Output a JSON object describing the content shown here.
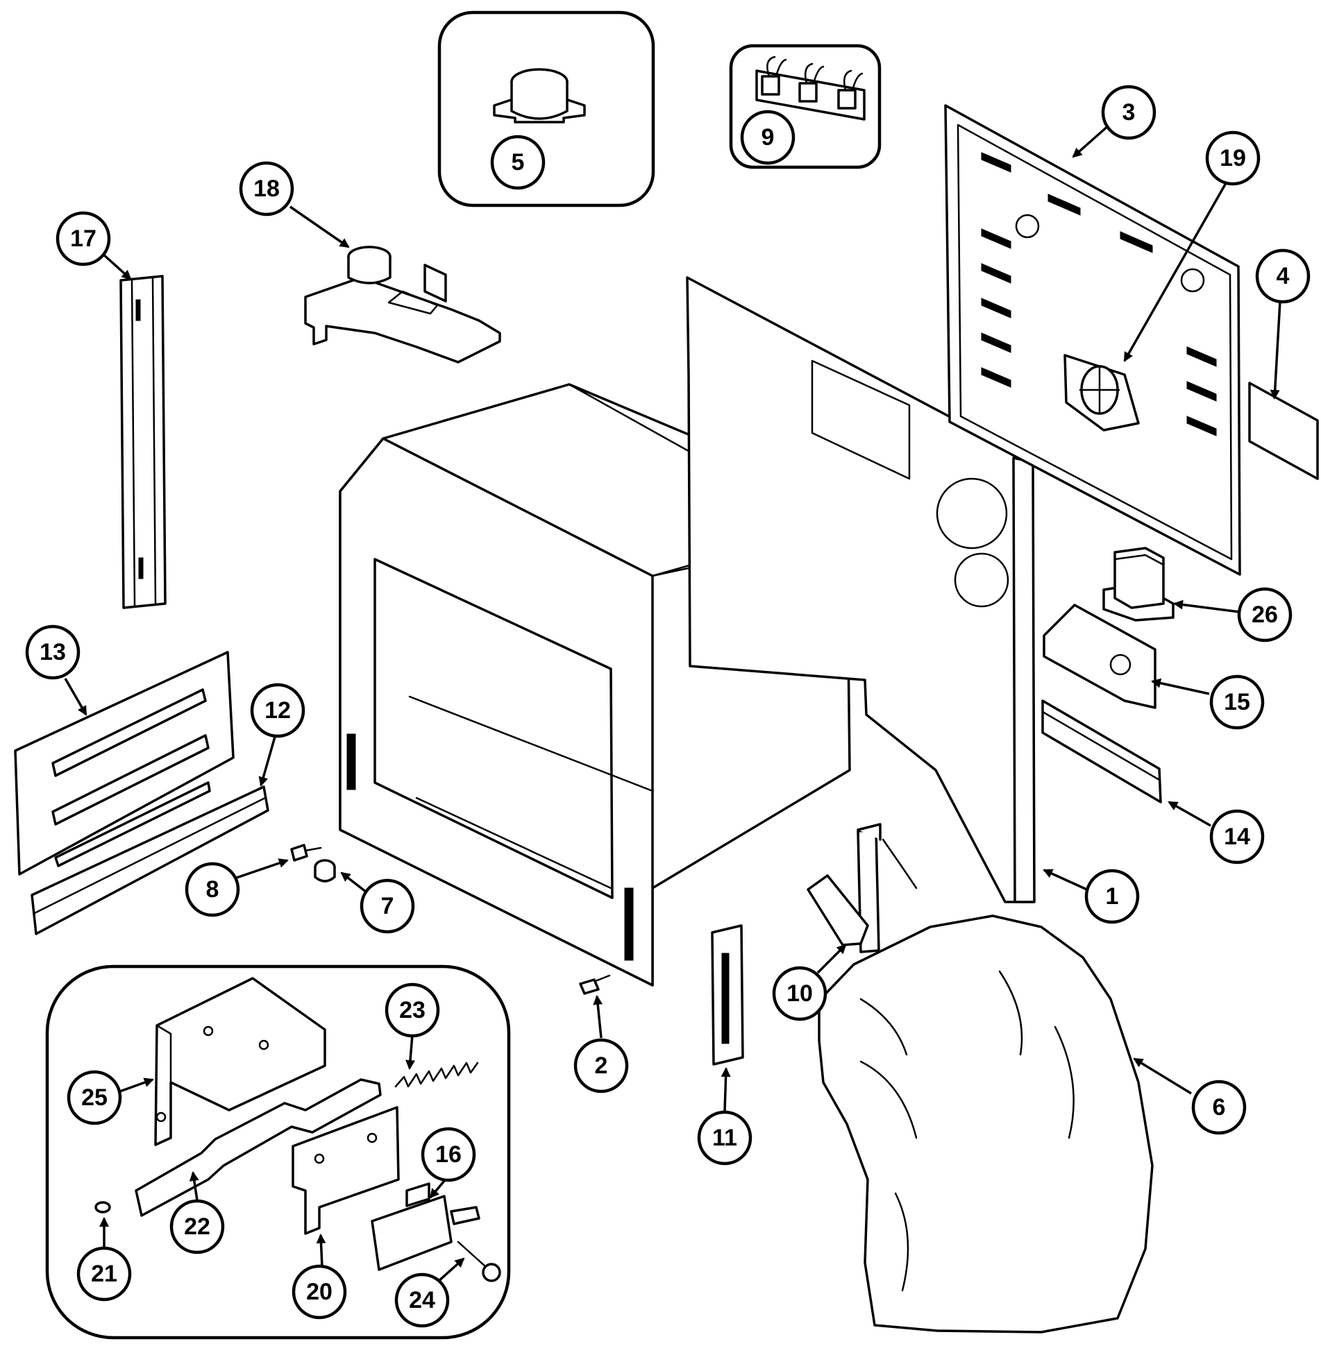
{
  "callouts": [
    {
      "label": "1"
    },
    {
      "label": "2"
    },
    {
      "label": "3"
    },
    {
      "label": "4"
    },
    {
      "label": "5"
    },
    {
      "label": "6"
    },
    {
      "label": "7"
    },
    {
      "label": "8"
    },
    {
      "label": "9"
    },
    {
      "label": "10"
    },
    {
      "label": "11"
    },
    {
      "label": "12"
    },
    {
      "label": "13"
    },
    {
      "label": "14"
    },
    {
      "label": "15"
    },
    {
      "label": "16"
    },
    {
      "label": "17"
    },
    {
      "label": "18"
    },
    {
      "label": "19"
    },
    {
      "label": "20"
    },
    {
      "label": "21"
    },
    {
      "label": "22"
    },
    {
      "label": "23"
    },
    {
      "label": "24"
    },
    {
      "label": "25"
    },
    {
      "label": "26"
    }
  ],
  "colors": {
    "line": "#000000",
    "background": "#ffffff"
  }
}
